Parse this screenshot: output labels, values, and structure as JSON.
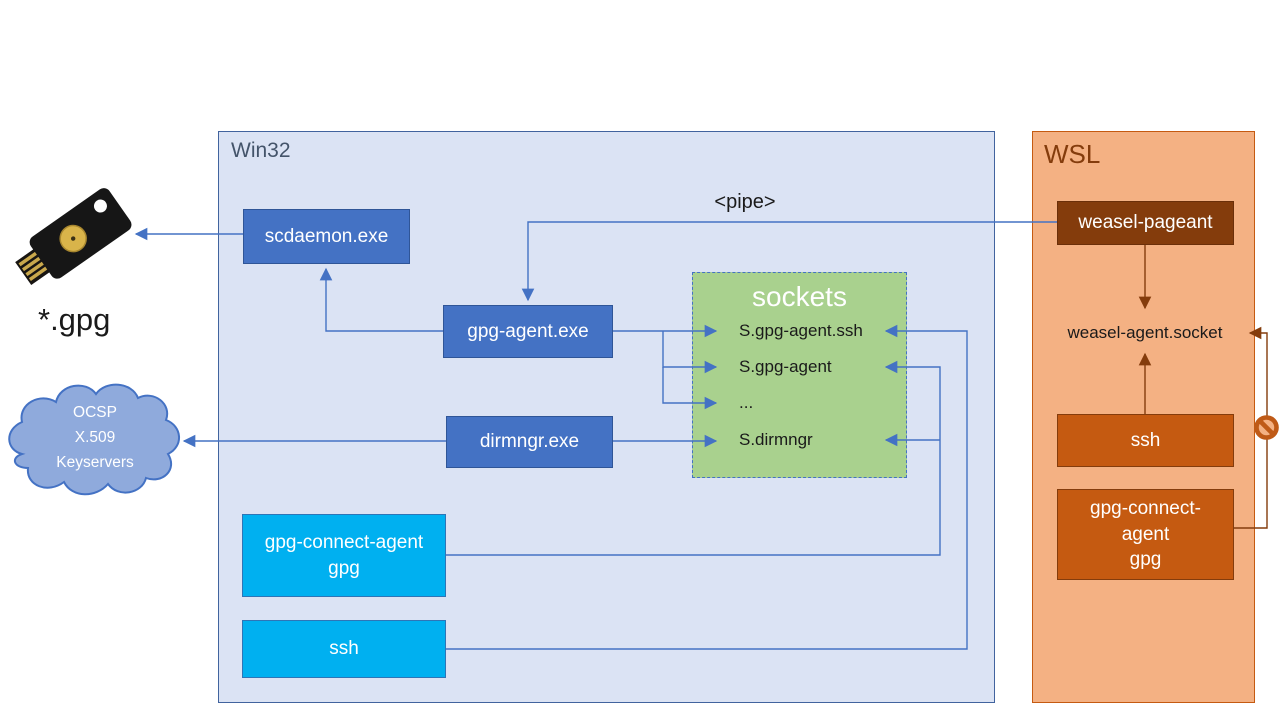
{
  "win32": {
    "label": "Win32",
    "scdaemon": "scdaemon.exe",
    "gpg_agent": "gpg-agent.exe",
    "dirmngr": "dirmngr.exe",
    "gpg_connect_agent": {
      "line1": "gpg-connect-agent",
      "line2": "gpg"
    },
    "ssh": "ssh",
    "sockets": {
      "title": "sockets",
      "entries": [
        "S.gpg-agent.ssh",
        "S.gpg-agent",
        "...",
        "S.dirmngr"
      ]
    }
  },
  "wsl": {
    "label": "WSL",
    "weasel_pageant": "weasel-pageant",
    "weasel_socket": "weasel-agent.socket",
    "ssh": "ssh",
    "gpg_connect_agent": {
      "line1": "gpg-connect-",
      "line2": "agent",
      "line3": "gpg"
    }
  },
  "external": {
    "gpg_files": "*.gpg",
    "cloud": {
      "line1": "OCSP",
      "line2": "X.509",
      "line3": "Keyservers"
    }
  },
  "annotations": {
    "pipe": "<pipe>"
  },
  "icons": {
    "usb_key": "yubikey-security-key",
    "no_entry": "blocked-route"
  },
  "colors": {
    "win32_fill": "#dbe3f4",
    "win32_border": "#41639e",
    "win32_label": "#44546a",
    "process_fill": "#4472c4",
    "process_border": "#2f5597",
    "client_fill": "#00b0f0",
    "sockets_fill": "#a9d18e",
    "sockets_border": "#4472c4",
    "wsl_fill": "#f4b183",
    "wsl_border": "#c55a11",
    "wsl_label": "#843c0c",
    "wsl_process_fill": "#c55a11",
    "weasel_fill": "#843c0c",
    "arrow_blue": "#4472c4",
    "arrow_brown": "#843c0c",
    "cloud_fill": "#8faadc",
    "no_entry_color": "#bf5a17"
  }
}
